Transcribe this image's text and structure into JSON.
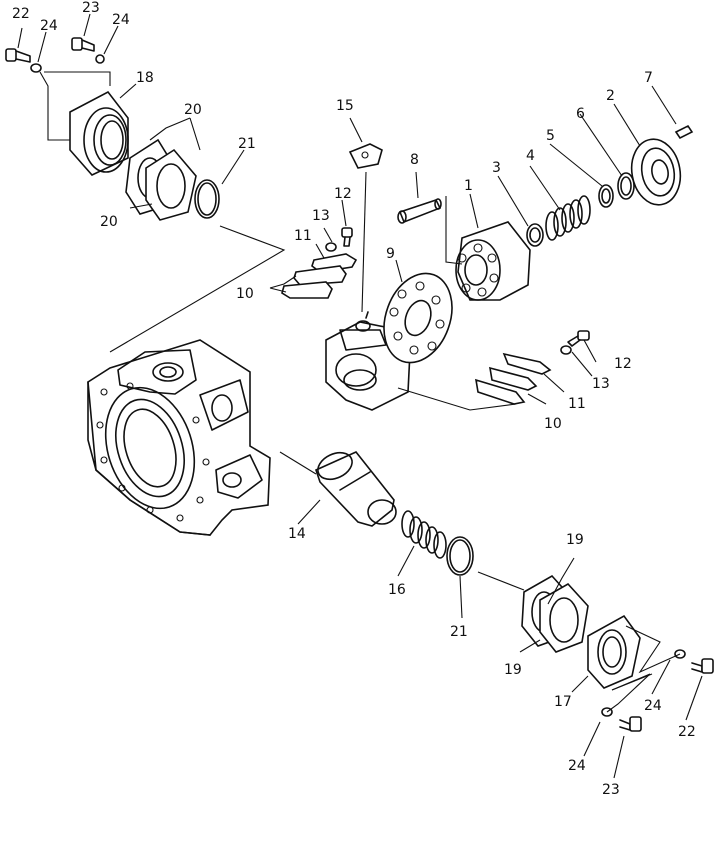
{
  "callouts": [
    {
      "key": "c1",
      "text": "1"
    },
    {
      "key": "c2",
      "text": "2"
    },
    {
      "key": "c3",
      "text": "3"
    },
    {
      "key": "c4",
      "text": "4"
    },
    {
      "key": "c5",
      "text": "5"
    },
    {
      "key": "c6",
      "text": "6"
    },
    {
      "key": "c7",
      "text": "7"
    },
    {
      "key": "c8",
      "text": "8"
    },
    {
      "key": "c9",
      "text": "9"
    },
    {
      "key": "c10a",
      "text": "10"
    },
    {
      "key": "c10b",
      "text": "10"
    },
    {
      "key": "c11a",
      "text": "11"
    },
    {
      "key": "c11b",
      "text": "11"
    },
    {
      "key": "c12a",
      "text": "12"
    },
    {
      "key": "c12b",
      "text": "12"
    },
    {
      "key": "c13a",
      "text": "13"
    },
    {
      "key": "c13b",
      "text": "13"
    },
    {
      "key": "c14",
      "text": "14"
    },
    {
      "key": "c15",
      "text": "15"
    },
    {
      "key": "c16",
      "text": "16"
    },
    {
      "key": "c17",
      "text": "17"
    },
    {
      "key": "c18",
      "text": "18"
    },
    {
      "key": "c19a",
      "text": "19"
    },
    {
      "key": "c19b",
      "text": "19"
    },
    {
      "key": "c20a",
      "text": "20"
    },
    {
      "key": "c20b",
      "text": "20"
    },
    {
      "key": "c21a",
      "text": "21"
    },
    {
      "key": "c21b",
      "text": "21"
    },
    {
      "key": "c22a",
      "text": "22"
    },
    {
      "key": "c22b",
      "text": "22"
    },
    {
      "key": "c23a",
      "text": "23"
    },
    {
      "key": "c23b",
      "text": "23"
    },
    {
      "key": "c24a",
      "text": "24"
    },
    {
      "key": "c24b",
      "text": "24"
    },
    {
      "key": "c24c",
      "text": "24"
    },
    {
      "key": "c24d",
      "text": "24"
    }
  ]
}
